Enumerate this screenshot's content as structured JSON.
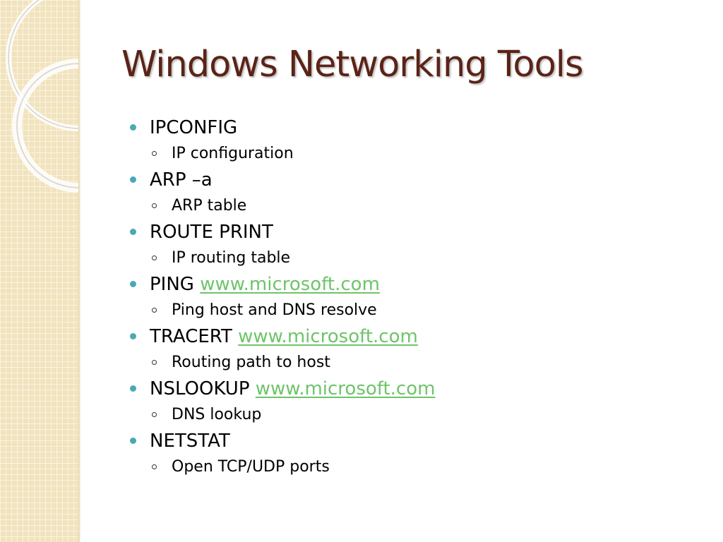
{
  "slide": {
    "title": "Windows Networking Tools",
    "items": [
      {
        "command": "IPCONFIG",
        "link": "",
        "sub": "IP configuration"
      },
      {
        "command": "ARP –a",
        "link": "",
        "sub": "ARP table"
      },
      {
        "command": "ROUTE PRINT",
        "link": "",
        "sub": "IP routing table"
      },
      {
        "command": "PING",
        "link": "www.microsoft.com",
        "sub": "Ping host and DNS resolve"
      },
      {
        "command": "TRACERT",
        "link": "www.microsoft.com",
        "sub": "Routing path to host"
      },
      {
        "command": "NSLOOKUP",
        "link": "www.microsoft.com",
        "sub": "DNS lookup"
      },
      {
        "command": "NETSTAT",
        "link": "",
        "sub": "Open TCP/UDP ports"
      }
    ]
  },
  "colors": {
    "title": "#5b2317",
    "bullet": "#4aa9b3",
    "link": "#6ec46a",
    "sidebar": "#f1e3bd"
  },
  "icons": {
    "level1_bullet": "filled-dot-bullet",
    "level2_bullet": "ring-bullet"
  }
}
